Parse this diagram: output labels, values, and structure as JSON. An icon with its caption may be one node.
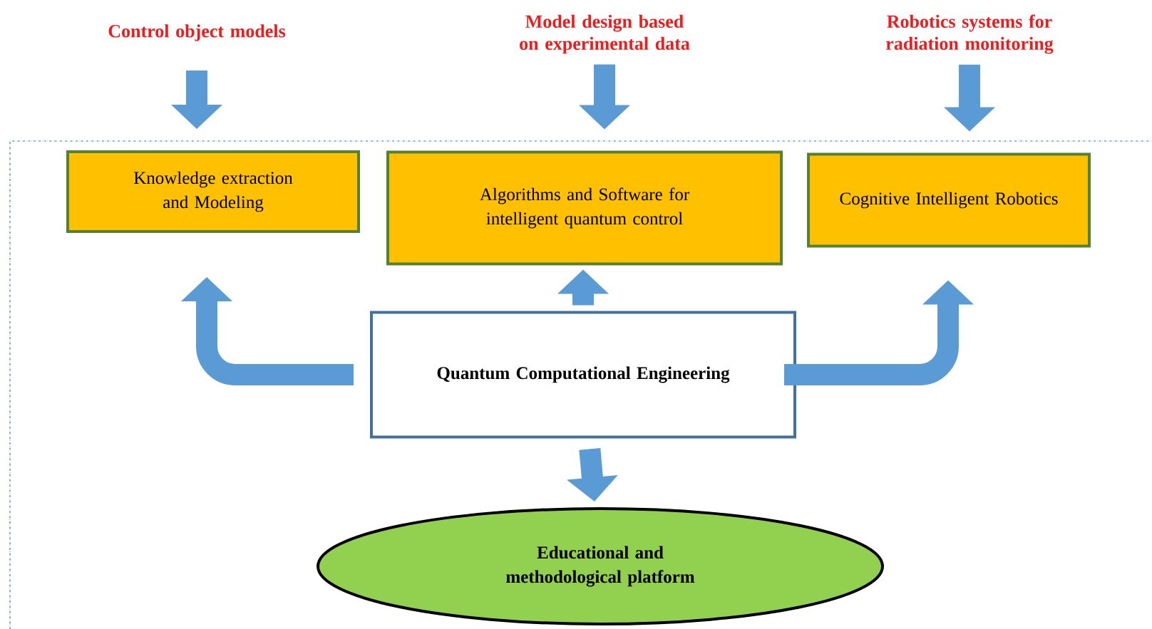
{
  "diagram": {
    "nodes": [
      {
        "text": [
          "Control object models"
        ]
      },
      {
        "text": [
          "Model design based on experimental data"
        ]
      },
      {
        "text": [
          "Robotics systems for radiation monitoring"
        ]
      },
      {
        "text": [
          "Knowledge extraction and Modeling"
        ]
      },
      {
        "text": [
          "Algorithms and Software for intelligent quantum control"
        ]
      },
      {
        "text": [
          "Cognitive Intelligent Robotics"
        ]
      },
      {
        "text": [
          "Quantum Computational Engineering"
        ]
      },
      {
        "text": [
          "Educational and methodological platform"
        ]
      }
    ],
    "edges": [
      {
        "from": 0,
        "to": 3,
        "arrow": "to"
      },
      {
        "from": 1,
        "to": 4,
        "arrow": "to"
      },
      {
        "from": 2,
        "to": 5,
        "arrow": "to"
      },
      {
        "from": 6,
        "to": 3,
        "arrow": "to"
      },
      {
        "from": 6,
        "to": 4,
        "arrow": "to"
      },
      {
        "from": 6,
        "to": 5,
        "arrow": "to"
      },
      {
        "from": 6,
        "to": 7,
        "arrow": "to"
      }
    ]
  }
}
